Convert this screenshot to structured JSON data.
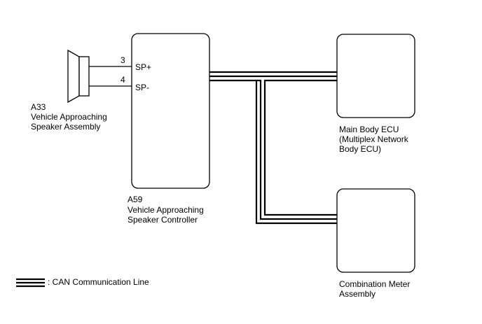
{
  "speaker": {
    "id": "A33",
    "name_line1": "Vehicle Approaching",
    "name_line2": "Speaker Assembly"
  },
  "controller": {
    "id": "A59",
    "name_line1": "Vehicle Approaching",
    "name_line2": "Speaker Controller",
    "pins": [
      {
        "number": "3",
        "name": "SP+"
      },
      {
        "number": "4",
        "name": "SP-"
      }
    ]
  },
  "main_body_ecu": {
    "line1": "Main Body ECU",
    "line2": "(Multiplex Network",
    "line3": "Body ECU)"
  },
  "combination_meter": {
    "line1": "Combination Meter",
    "line2": "Assembly"
  },
  "legend": {
    "label": ": CAN Communication Line"
  },
  "colors": {
    "line": "#000000",
    "background": "#ffffff"
  }
}
